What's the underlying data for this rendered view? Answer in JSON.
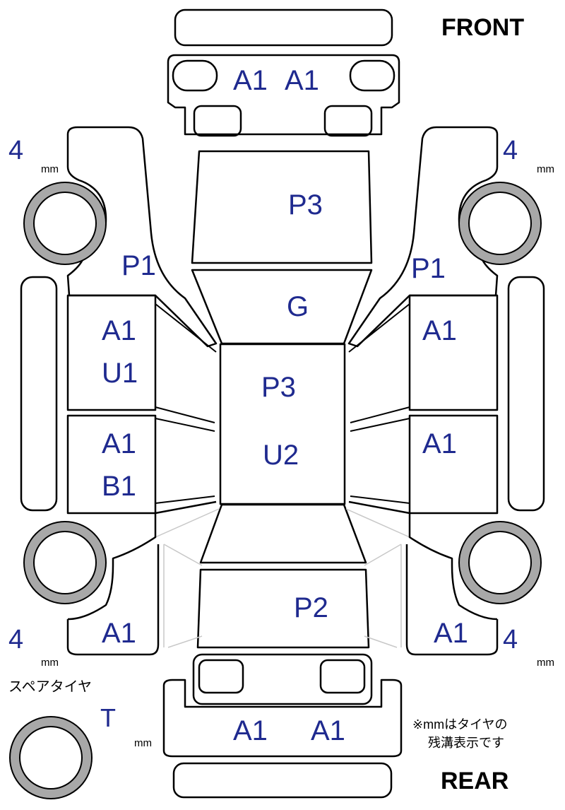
{
  "direction": {
    "front": "FRONT",
    "rear": "REAR"
  },
  "tread_depth": {
    "front_left": "4",
    "front_right": "4",
    "rear_left": "4",
    "rear_right": "4",
    "unit": "mm",
    "spare_tire_label": "スペアタイヤ",
    "spare_tire": "T"
  },
  "damage_codes": {
    "front_bumper": [
      "A1",
      "A1"
    ],
    "hood": "P3",
    "front_fender_left": "P1",
    "front_fender_right": "P1",
    "windshield": "G",
    "roof": [
      "P3",
      "U2"
    ],
    "front_door_left": [
      "A1",
      "U1"
    ],
    "rear_door_left": [
      "A1",
      "B1"
    ],
    "front_door_right": "A1",
    "rear_door_right": "A1",
    "trunk": "P2",
    "rear_fender_left": "A1",
    "rear_fender_right": "A1",
    "rear_bumper": [
      "A1",
      "A1"
    ]
  },
  "note": [
    "※mmはタイヤの",
    "残溝表示です"
  ],
  "colors": {
    "code_text": "#1f2a8f",
    "tire_fill": "#a8a8a8",
    "outline": "#000000"
  }
}
